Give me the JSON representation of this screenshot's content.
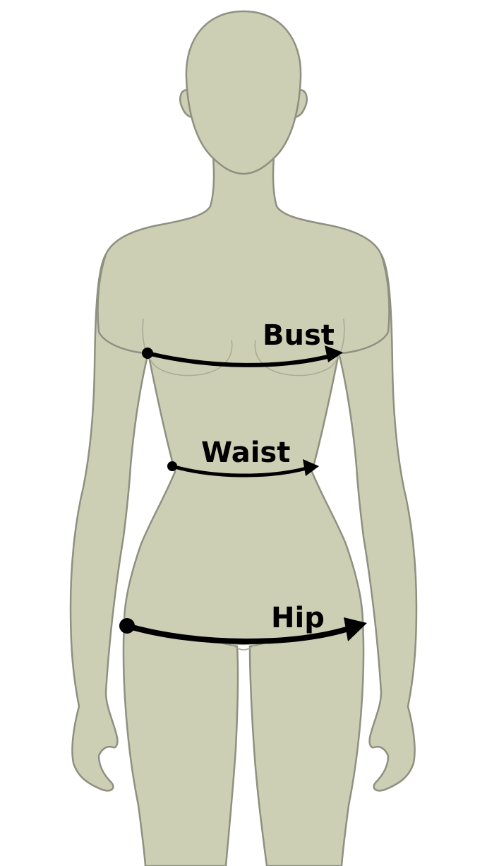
{
  "figure": {
    "colors": {
      "body": "#cdcfb5",
      "outline": "#8e9080",
      "arrow": "#000000",
      "background": "#ffffff"
    },
    "measurements": [
      {
        "id": "bust",
        "label": "Bust"
      },
      {
        "id": "waist",
        "label": "Waist"
      },
      {
        "id": "hip",
        "label": "Hip"
      }
    ]
  }
}
